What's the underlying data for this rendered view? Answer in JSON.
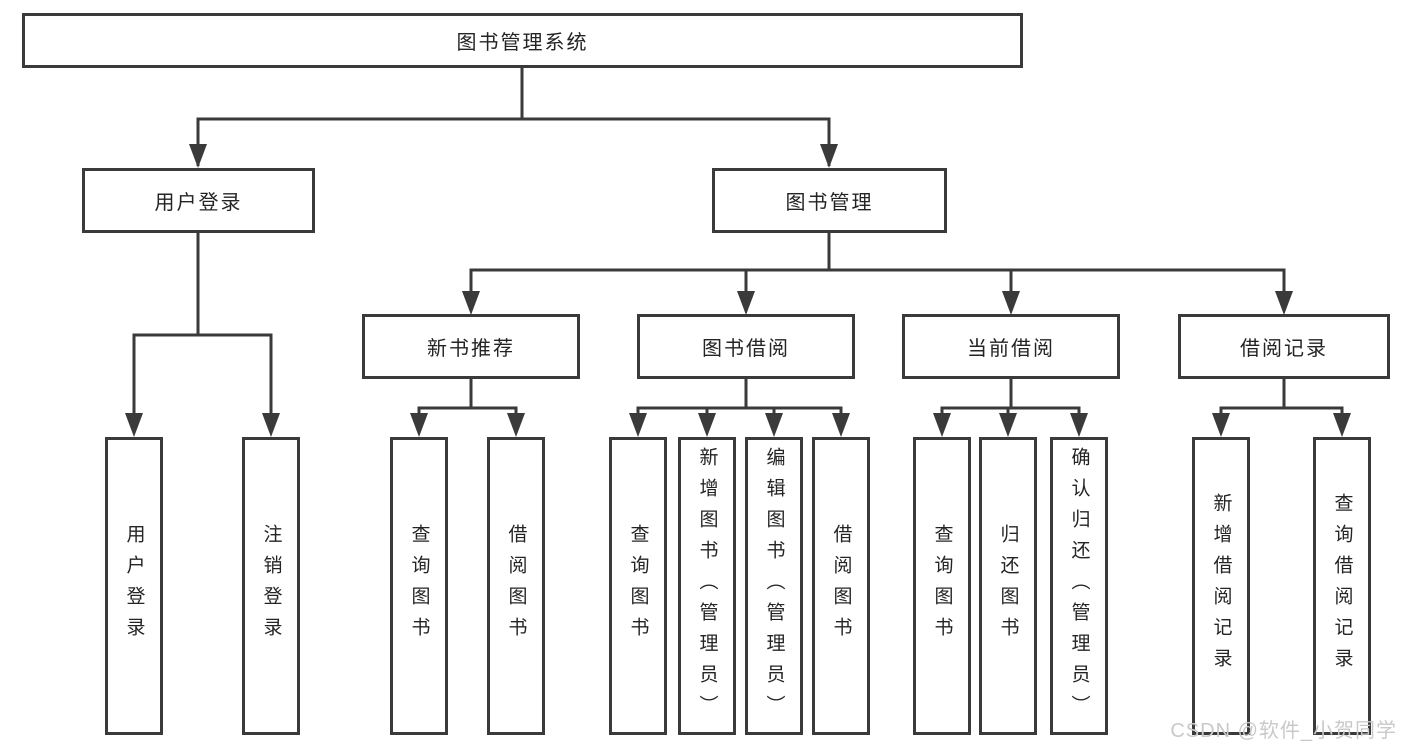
{
  "diagram": {
    "title": "图书管理系统",
    "root": {
      "label": "图书管理系统"
    },
    "level1": [
      {
        "label": "用户登录"
      },
      {
        "label": "图书管理"
      }
    ],
    "level2": [
      {
        "label": "新书推荐",
        "parent": "图书管理"
      },
      {
        "label": "图书借阅",
        "parent": "图书管理"
      },
      {
        "label": "当前借阅",
        "parent": "图书管理"
      },
      {
        "label": "借阅记录",
        "parent": "图书管理"
      }
    ],
    "leaves": [
      {
        "label": "用户登录",
        "parent": "用户登录"
      },
      {
        "label": "注销登录",
        "parent": "用户登录"
      },
      {
        "label": "查询图书",
        "parent": "新书推荐"
      },
      {
        "label": "借阅图书",
        "parent": "新书推荐"
      },
      {
        "label": "查询图书",
        "parent": "图书借阅"
      },
      {
        "label": "新增图书（管理员）",
        "parent": "图书借阅"
      },
      {
        "label": "编辑图书（管理员）",
        "parent": "图书借阅"
      },
      {
        "label": "借阅图书",
        "parent": "图书借阅"
      },
      {
        "label": "查询图书",
        "parent": "当前借阅"
      },
      {
        "label": "归还图书",
        "parent": "当前借阅"
      },
      {
        "label": "确认归还（管理员）",
        "parent": "当前借阅"
      },
      {
        "label": "新增借阅记录",
        "parent": "借阅记录"
      },
      {
        "label": "查询借阅记录",
        "parent": "借阅记录"
      }
    ]
  },
  "watermark": "CSDN @软件_小贺同学",
  "colors": {
    "line": "#3a3a3a",
    "border": "#3a3a3a",
    "text": "#242424",
    "background": "#ffffff",
    "watermark": "#c9c9c9"
  }
}
